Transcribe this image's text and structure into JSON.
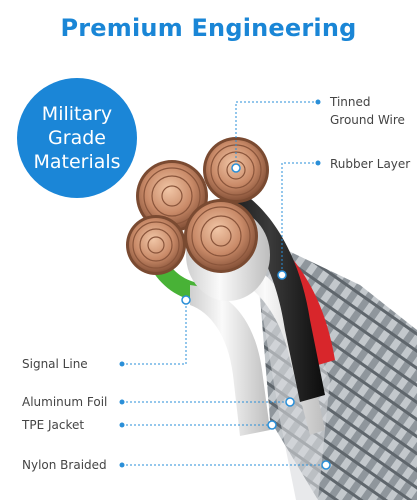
{
  "title": "Premium Engineering",
  "badge": {
    "line1": "Military",
    "line2": "Grade",
    "line3": "Materials"
  },
  "labels": {
    "tinned_1": "Tinned",
    "tinned_2": "Ground Wire",
    "rubber": "Rubber Layer",
    "signal": "Signal Line",
    "foil": "Aluminum Foil",
    "tpe": "TPE Jacket",
    "nylon": "Nylon Braided"
  },
  "colors": {
    "accent": "#1b86d7",
    "copper": "#c98a68",
    "jacket_white": "#f3f3f3",
    "red_wire": "#d8262b",
    "green_wire": "#48b236",
    "black_wire": "#1d1d1d",
    "braid": "#9aa1a7"
  }
}
